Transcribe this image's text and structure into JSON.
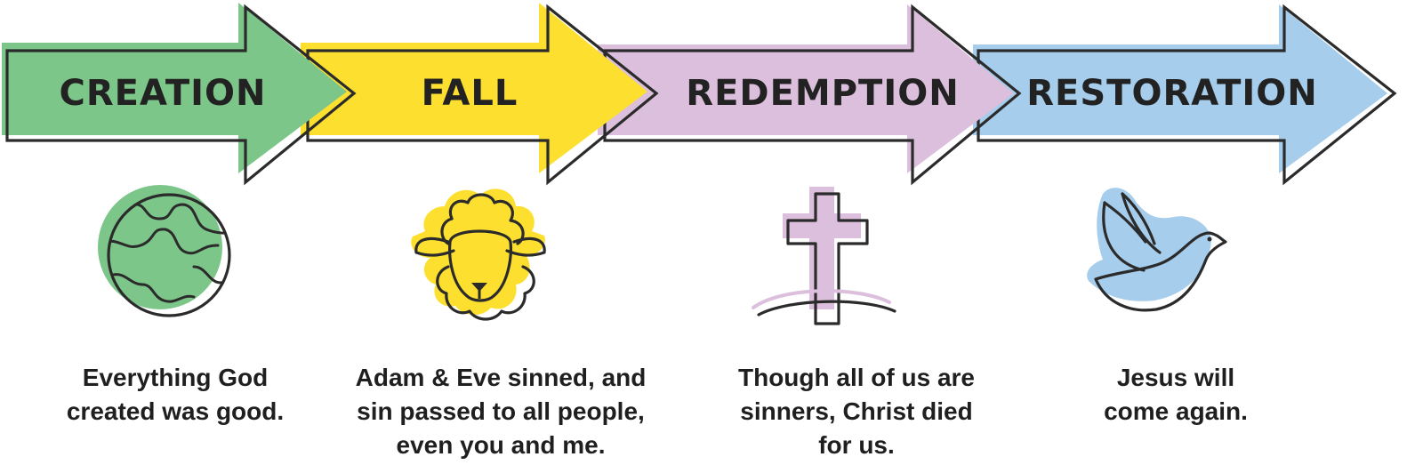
{
  "colors": {
    "creation": "#7dc68a",
    "fall": "#fde02f",
    "redemption": "#dcbfdc",
    "restoration": "#a6cdec",
    "outline": "#2b2b2b"
  },
  "stages": [
    {
      "title": "CREATION",
      "icon": "globe-icon",
      "caption": [
        "Everything God",
        "created was good."
      ]
    },
    {
      "title": "FALL",
      "icon": "sheep-icon",
      "caption": [
        "Adam & Eve sinned, and",
        "sin passed to all people,",
        "even you and me."
      ]
    },
    {
      "title": "REDEMPTION",
      "icon": "cross-icon",
      "caption": [
        "Though all of us are",
        "sinners, Christ died",
        "for us."
      ]
    },
    {
      "title": "RESTORATION",
      "icon": "dove-icon",
      "caption": [
        "Jesus will",
        "come again."
      ]
    }
  ]
}
